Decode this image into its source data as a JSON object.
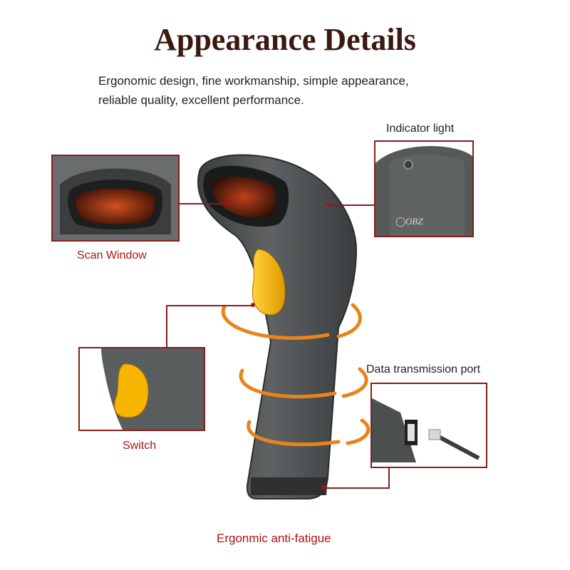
{
  "heading": {
    "title": "Appearance Details",
    "subtitle_line1": "Ergonomic design, fine workmanship, simple appearance,",
    "subtitle_line2": "reliable quality, excellent performance."
  },
  "callouts": {
    "scan_window": "Scan Window",
    "indicator_light": "Indicator light",
    "switch": "Switch",
    "data_port": "Data transmission port",
    "anti_fatigue": "Ergonmic anti-fatigue"
  },
  "brand": {
    "logo_text": "OBZ"
  },
  "colors": {
    "accent_red": "#b01212",
    "callout_border": "#8b1a1a",
    "scanner_body": "#4f5253",
    "trigger_yellow": "#f5b800",
    "ring_orange": "#e8841a"
  }
}
